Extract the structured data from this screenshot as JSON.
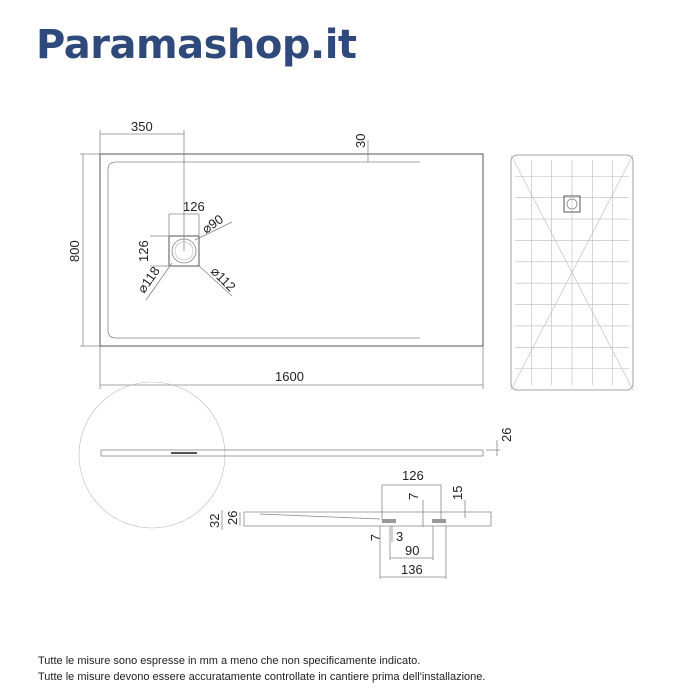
{
  "logo": {
    "text": "Paramashop.it",
    "color": "#2f4a7a"
  },
  "top_view": {
    "width": "1600",
    "depth": "800",
    "drain_offset": "350",
    "rim": "30",
    "drain_w": "126",
    "drain_h": "126",
    "d90": "⌀90",
    "d118": "⌀118",
    "d112": "⌀112"
  },
  "side_view": {
    "height": "26"
  },
  "detail": {
    "top_width": "126",
    "h7_top": "7",
    "h15": "15",
    "h32": "32",
    "h26": "26",
    "h7_bottom": "7",
    "h3": "3",
    "w90": "90",
    "w136": "136"
  },
  "notes": [
    "Tutte le misure sono espresse in mm a meno che non specificamente indicato.",
    "Tutte le misure devono essere accuratamente controllate in cantiere prima dell'installazione."
  ]
}
